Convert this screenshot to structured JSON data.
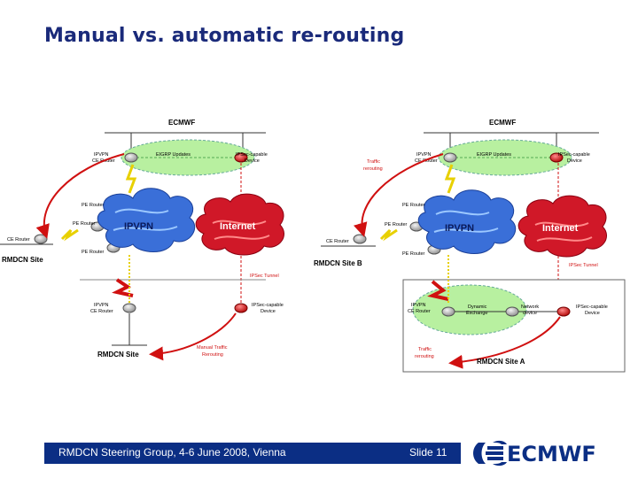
{
  "slide": {
    "title": "Manual vs. automatic re-routing",
    "footer_text": "RMDCN Steering Group, 4-6 June 2008, Vienna",
    "slide_number": "Slide 11",
    "logo_text": "ECMWF"
  },
  "colors": {
    "title": "#1a2a7a",
    "footer_bar": "#0b2e84",
    "arrow_red": "#d01010",
    "ellipse_green": "#b8f0a0",
    "ipvpn_cloud": "#3a6fd8",
    "internet_cloud": "#d01828"
  },
  "left_diagram": {
    "ecmwf": "ECMWF",
    "ipvpn_ce_router_top": [
      "IPVPN",
      "CE Router"
    ],
    "eigrp_updates": "EIGRP Updates",
    "ipsec_device_top": [
      "IPSec-capable",
      "Device"
    ],
    "pe_router_1": "PE Router",
    "pe_router_2": "PE Router",
    "pe_router_3": "PE Router",
    "ce_router": "CE Router",
    "ipvpn_cloud": "IPVPN",
    "internet_cloud": "Internet",
    "rmdcn_site": "RMDCN Site",
    "ipsec_tunnel": "IPSec Tunnel",
    "ipvpn_ce_router_bottom": [
      "IPVPN",
      "CE Router"
    ],
    "ipsec_device_bottom": [
      "IPSec-capable",
      "Device"
    ],
    "rmdcn_site_bottom": "RMDCN Site",
    "manual_traffic": [
      "Manual Traffic",
      "Rerouting"
    ]
  },
  "right_diagram": {
    "ecmwf": "ECMWF",
    "traffic_rerouting_top": [
      "Traffic",
      "rerouting"
    ],
    "ipvpn_ce_router_top": [
      "IPVPN",
      "CE Router"
    ],
    "eigrp_updates": "EIGRP Updates",
    "ipsec_device_top": [
      "IPSec-capable",
      "Device"
    ],
    "pe_router_1": "PE Router",
    "pe_router_2": "PE Router",
    "pe_router_3": "PE Router",
    "ce_router": "CE Router",
    "ipvpn_cloud": "IPVPN",
    "internet_cloud": "Internet",
    "rmdcn_site_b": "RMDCN Site B",
    "ipsec_tunnel": "IPSec Tunnel",
    "ipvpn_ce_router_bottom": [
      "IPVPN",
      "CE Router"
    ],
    "dynamic_exchange": [
      "Dynamic",
      "Exchange"
    ],
    "network_device": [
      "Network",
      "device"
    ],
    "ipsec_device_bottom": [
      "IPSec-capable",
      "Device"
    ],
    "traffic_rerouting_bottom": [
      "Traffic",
      "rerouting"
    ],
    "rmdcn_site_a": "RMDCN Site A"
  }
}
